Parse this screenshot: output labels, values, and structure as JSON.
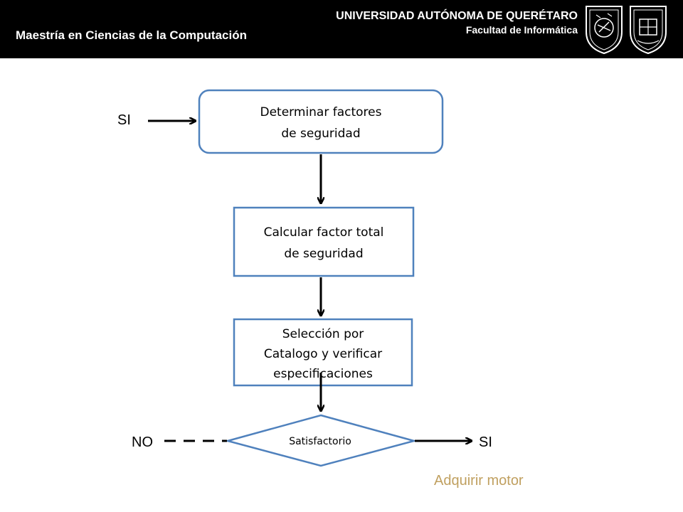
{
  "header": {
    "title": "Maestría en Ciencias de la Computación",
    "university": "UNIVERSIDAD AUTÓNOMA DE QUERÉTARO",
    "faculty": "Facultad de Informática"
  },
  "flow": {
    "step1_line1": "Determinar  factores",
    "step1_line2": "de seguridad",
    "step2_line1": "Calcular factor total",
    "step2_line2": "de seguridad",
    "step3_line1": "Selección por",
    "step3_line2": "Catalogo y verificar",
    "step3_line3": "especificaciones",
    "decision": "Satisfactorio",
    "input_label": "SI",
    "no_label": "NO",
    "yes_label": "SI",
    "outcome": "Adquirir motor"
  },
  "colors": {
    "header_bg": "#000000",
    "box_stroke": "#4f81bd",
    "note_text": "#c0a060"
  }
}
